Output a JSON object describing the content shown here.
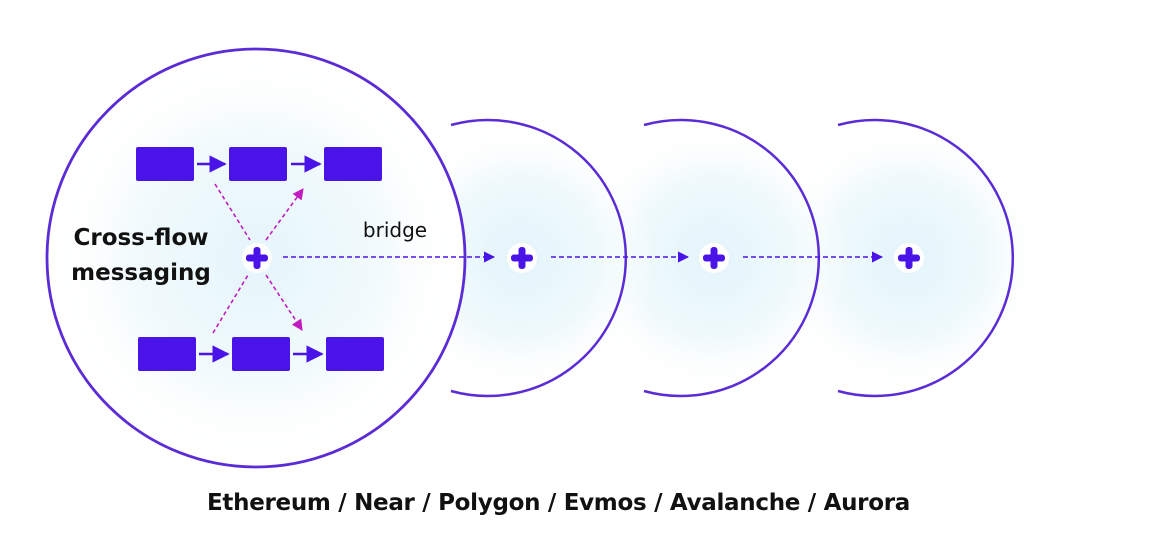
{
  "colors": {
    "primary": "#4a14e8",
    "ring": "#5b2bd6",
    "crossArrow": "#c21bc0",
    "glow": "#e6f6fb"
  },
  "labels": {
    "cross_flow_line1": "Cross-flow",
    "cross_flow_line2": "messaging",
    "bridge": "bridge",
    "chains": "Ethereum / Near / Polygon / Evmos / Avalanche / Aurora"
  },
  "diagram": {
    "hubs": [
      "hub-main",
      "hub-2",
      "hub-3",
      "hub-4"
    ],
    "top_flow_blocks": 3,
    "bottom_flow_blocks": 3,
    "plus_icons": 4
  }
}
